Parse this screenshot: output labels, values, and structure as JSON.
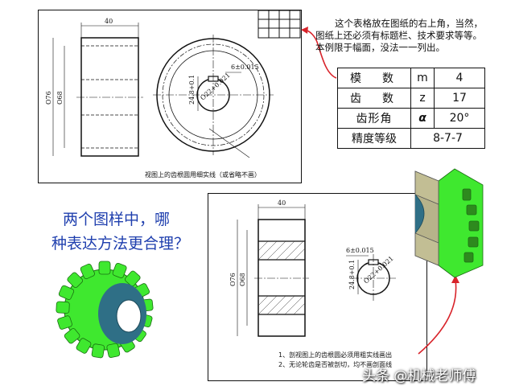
{
  "note": {
    "lines": [
      "这个表格放在图纸的右上角，当然，",
      "图纸上还必须有标题栏、技术要求等等。",
      "本例限于幅面，没法一一列出。"
    ]
  },
  "spec_table": {
    "rows": [
      {
        "label": "模　数",
        "symbol": "m",
        "value": "4"
      },
      {
        "label": "齿　数",
        "symbol": "z",
        "value": "17"
      },
      {
        "label": "齿形角",
        "symbol": "α",
        "value": "20°"
      },
      {
        "label": "精度等级",
        "symbol": "",
        "value": "8-7-7"
      }
    ]
  },
  "question": {
    "line1": "两个图样中，哪",
    "line2": "种表达方法更合理？"
  },
  "drawing_top": {
    "caption": "视图上的齿根圆用细实线（或省略不画）",
    "dims": {
      "width": "40",
      "od": "O76",
      "pd": "O68",
      "keyway": "6±0.015",
      "bore": "O22+0.021",
      "key_depth": "24.8+0.1"
    }
  },
  "drawing_bottom": {
    "caption_lines": [
      "1、剖视图上的齿根圆必须用粗实线画出",
      "2、无论轮齿是否被剖切，均不画剖面线"
    ],
    "dims": {
      "width": "40",
      "od": "O76",
      "pd": "O68",
      "keyway": "6±0.015",
      "bore": "O22+0.021",
      "key_depth": "24.8+0.1"
    }
  },
  "watermark": "头条 @机械老师傅",
  "colors": {
    "gear_green": "#3fe82f",
    "gear_steel": "#2f6f86",
    "arrow_red": "#d8232a",
    "question_blue": "#1f3fae"
  }
}
